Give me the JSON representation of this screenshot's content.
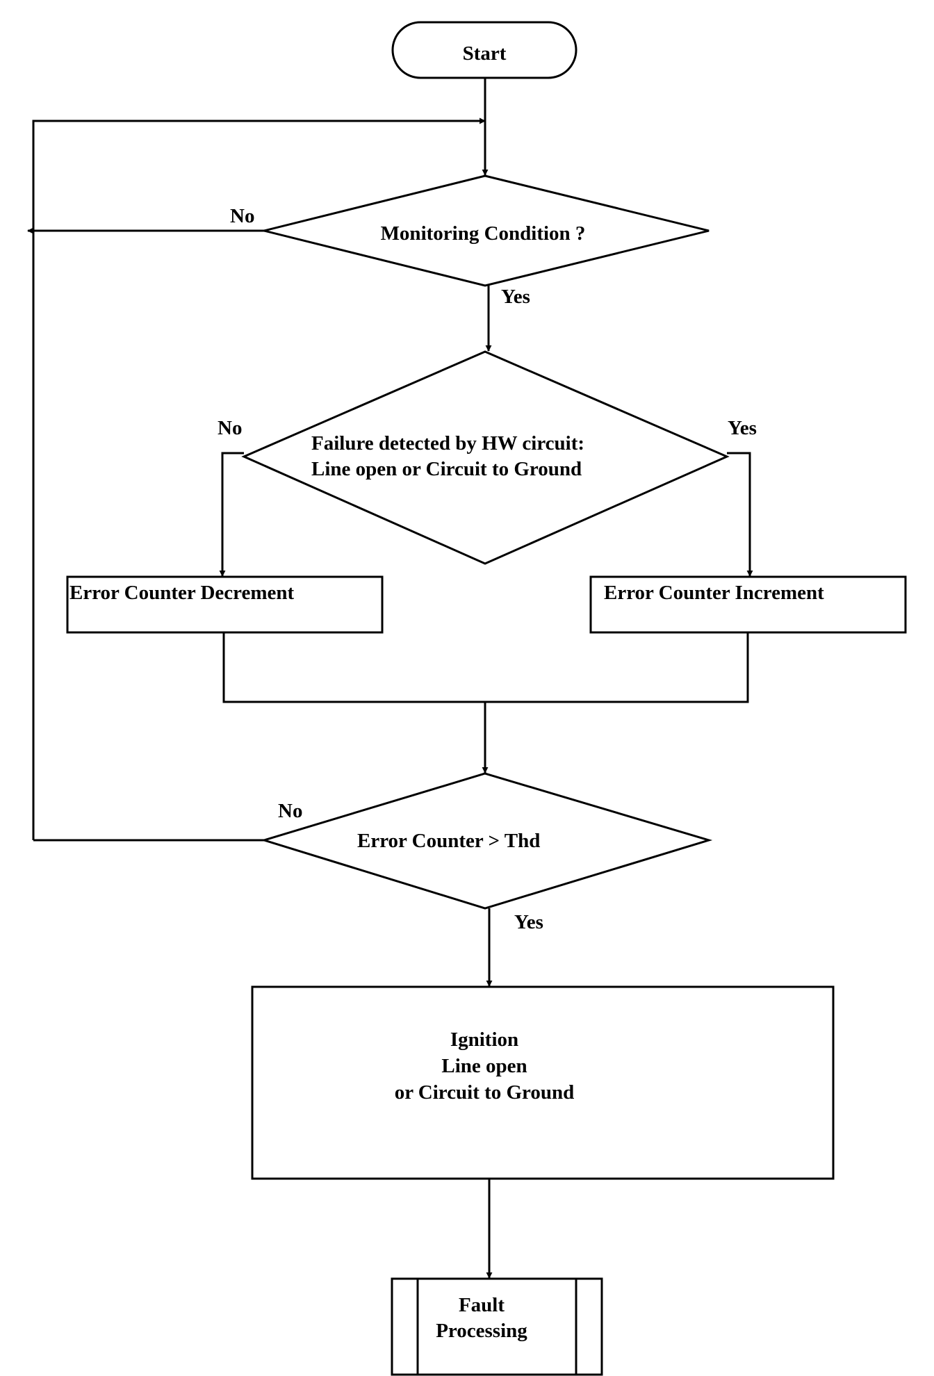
{
  "nodes": {
    "start": "Start",
    "monitoring": "Monitoring Condition ?",
    "failure": [
      "Failure detected by HW circuit:",
      "Line open or Circuit to Ground"
    ],
    "decrement": "Error Counter Decrement",
    "increment": "Error Counter Increment",
    "threshold": "Error Counter >  Thd",
    "ignition": [
      "Ignition",
      "Line open",
      "or Circuit to Ground"
    ],
    "fault": [
      "Fault",
      "Processing"
    ]
  },
  "labels": {
    "monitoring_no": "No",
    "monitoring_yes": "Yes",
    "failure_no": "No",
    "failure_yes": "Yes",
    "threshold_no": "No",
    "threshold_yes": "Yes"
  },
  "colors": {
    "stroke": "#000000",
    "fill": "#ffffff"
  }
}
